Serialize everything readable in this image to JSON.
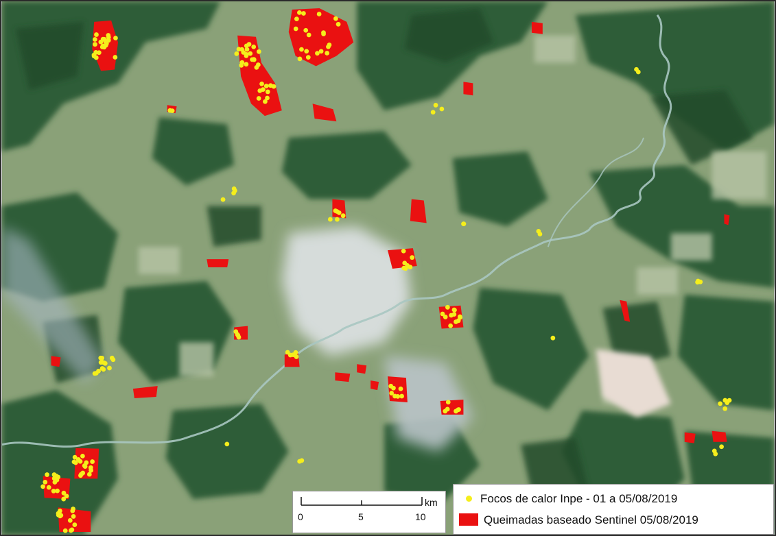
{
  "colors": {
    "hotspot": "#f5ee1c",
    "burned": "#ea1111",
    "forest": "#2d5a36",
    "pasture": "#8aa178",
    "urban": "#d9dedd",
    "river": "#a9c7c1"
  },
  "legend": {
    "hotspots_label": "Focos de calor Inpe - 01 a 05/08/2019",
    "burned_label": "Queimadas baseado Sentinel 05/08/2019"
  },
  "scalebar": {
    "unit": "km",
    "ticks": [
      "0",
      "5",
      "10"
    ]
  }
}
